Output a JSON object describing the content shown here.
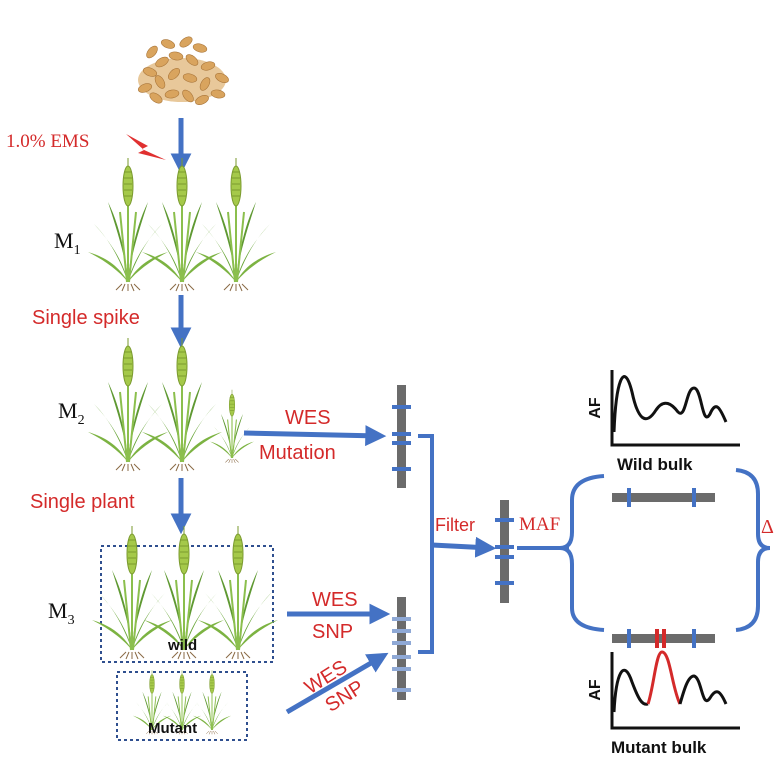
{
  "colors": {
    "arrow": "#4472c4",
    "red_text": "#d42a2a",
    "chromosome": "#6b6b6b",
    "mutation_mark": "#4472c4",
    "snp_mark": "#8fa9d6",
    "peak_red": "#d42a2a",
    "plant_green": "#6aa63a",
    "spike": "#a5c94a",
    "seed": "#d9a45e"
  },
  "labels": {
    "ems": "1.0% EMS",
    "m1_base": "M",
    "m1_sub": "1",
    "m2_base": "M",
    "m2_sub": "2",
    "m3_base": "M",
    "m3_sub": "3",
    "single_spike": "Single spike",
    "single_plant": "Single plant",
    "wes_top": "WES",
    "mutation": "Mutation",
    "wes_mid": "WES",
    "snp_mid": "SNP",
    "wes_low": "WES",
    "snp_low": "SNP",
    "wild": "wild",
    "mutant": "Mutant",
    "filter": "Filter",
    "maf": "MAF",
    "af_top": "AF",
    "af_bottom": "AF",
    "wild_bulk": "Wild bulk",
    "mutant_bulk": "Mutant bulk",
    "delta": "Δ"
  },
  "icons": {
    "seeds": "wheat-seeds-icon",
    "plant": "wheat-plant-icon",
    "lightning": "lightning-bolt-icon"
  }
}
